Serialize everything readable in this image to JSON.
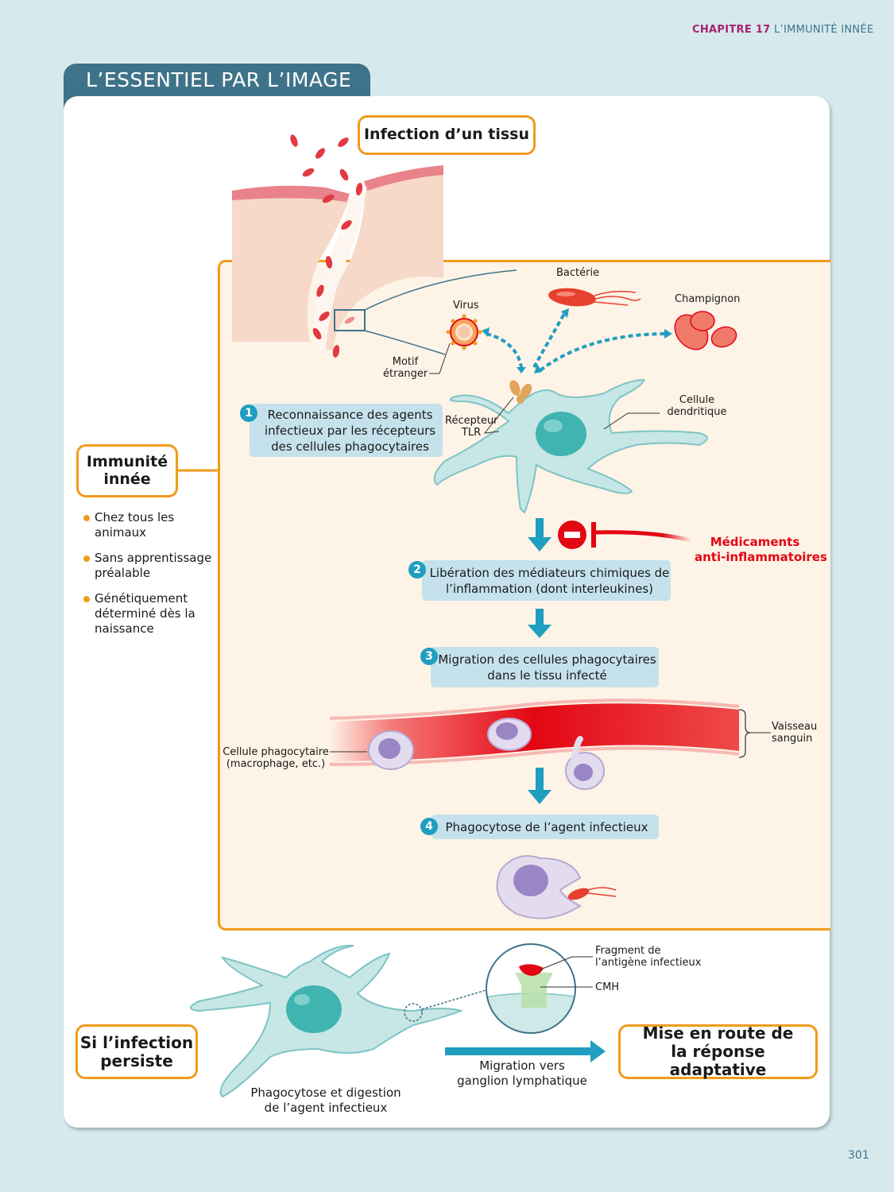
{
  "header": {
    "chapter_label": "CHAPITRE 17",
    "chapter_title": "L’IMMUNITÉ INNÉE",
    "section_title": "L’ESSENTIEL PAR L’IMAGE"
  },
  "diagram": {
    "infection_title": "Infection d’un tissu",
    "innate_box": "Immunité innée",
    "innate_properties": [
      "Chez tous les animaux",
      "Sans apprentissage préalable",
      "Génétiquement déterminé dès la naissance"
    ],
    "labels": {
      "virus": "Virus",
      "bacterie": "Bactérie",
      "champignon": "Champignon",
      "motif_line1": "Motif",
      "motif_line2": "étranger",
      "recepteur_line1": "Récepteur",
      "recepteur_line2": "TLR",
      "cellule_dendritique_line1": "Cellule",
      "cellule_dendritique_line2": "dendritique",
      "phagocyte_line1": "Cellule phagocytaire",
      "phagocyte_line2": "(macrophage, etc.)",
      "vaisseau_line1": "Vaisseau",
      "vaisseau_line2": "sanguin",
      "fragment_line1": "Fragment de",
      "fragment_line2": "l’antigène infectieux",
      "cmh": "CMH"
    },
    "steps": [
      {
        "number": "1",
        "text": "Reconnaissance des agents infectieux par les récepteurs des cellules phagocytaires"
      },
      {
        "number": "2",
        "text": "Libération des médiateurs chimiques de l’inflammation (dont interleukines)"
      },
      {
        "number": "3",
        "text": "Migration des cellules phagocytaires dans le tissu infecté"
      },
      {
        "number": "4",
        "text": "Phagocytose de l’agent infectieux"
      }
    ],
    "inhibitor_line1": "Médicaments",
    "inhibitor_line2": "anti-inflammatoires",
    "persist_box": "Si l’infection persiste",
    "digestion_line1": "Phagocytose et digestion",
    "digestion_line2": "de l’agent infectieux",
    "migration_line1": "Migration vers",
    "migration_line2": "ganglion lymphatique",
    "adaptive_box_line1": "Mise en route de",
    "adaptive_box_line2": "la réponse adaptative"
  },
  "colors": {
    "brand": "#3f7389",
    "chapter_accent": "#a8226e",
    "frame_orange": "#f29a1c",
    "step_blue": "#c5e2ec",
    "arrow_blue": "#1f9ec0",
    "inhibitor_red": "#e30613"
  },
  "page_number": "301"
}
